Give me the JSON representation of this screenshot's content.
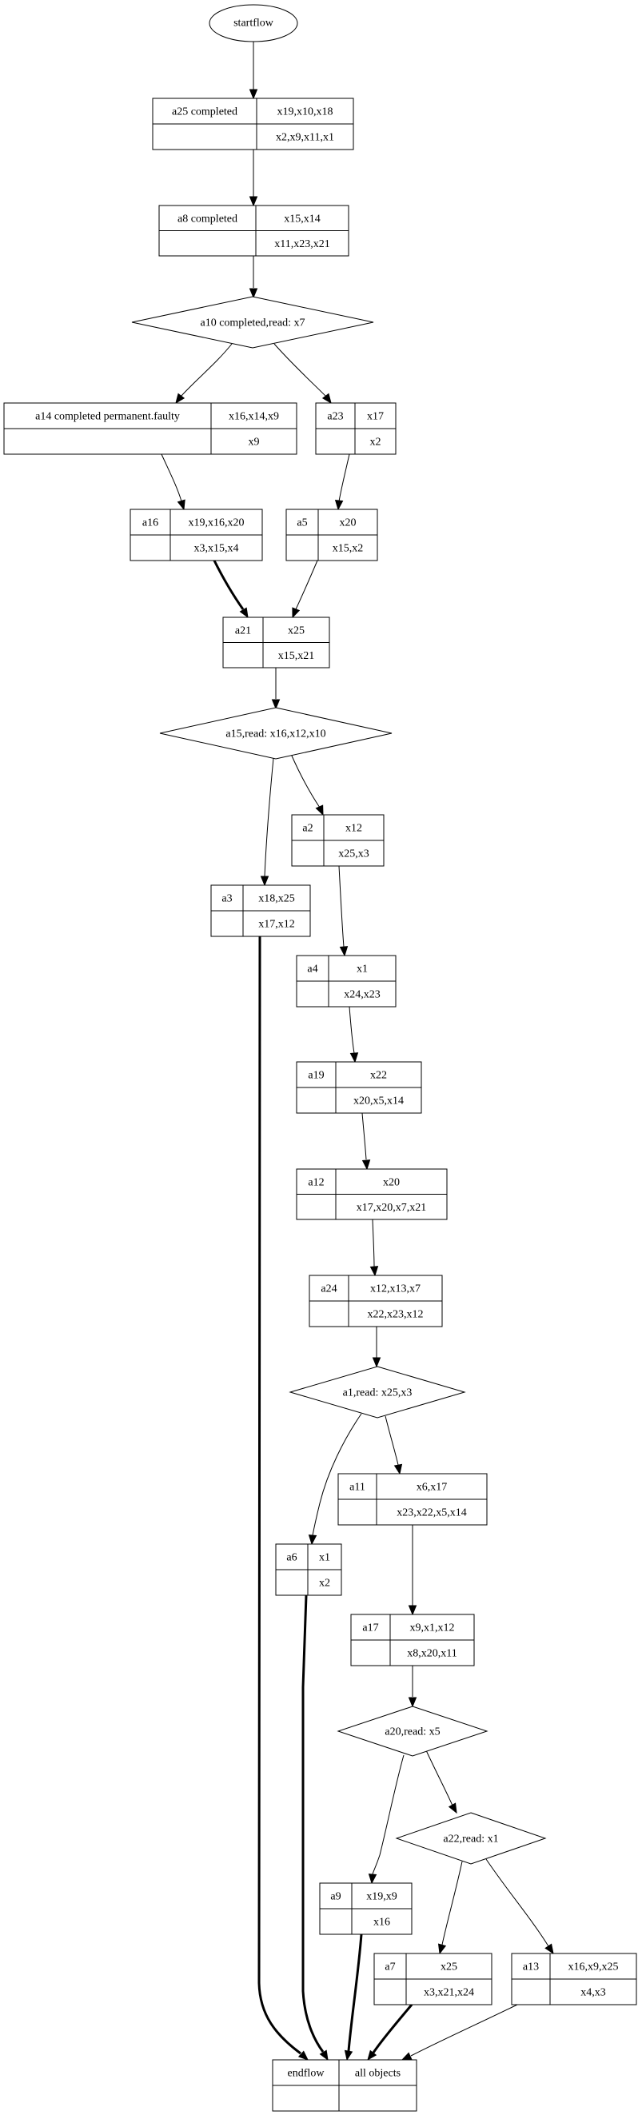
{
  "diagram": {
    "title": "",
    "start": {
      "id": "startflow",
      "label": "startflow"
    },
    "nodes": [
      {
        "id": "a25",
        "type": "record",
        "name": "a25 completed",
        "top": "x19,x10,x18",
        "bottom": "x2,x9,x11,x1"
      },
      {
        "id": "a8",
        "type": "record",
        "name": "a8 completed",
        "top": "x15,x14",
        "bottom": "x11,x23,x21"
      },
      {
        "id": "a10",
        "type": "decision",
        "label": "a10 completed,read: x7"
      },
      {
        "id": "a14",
        "type": "record",
        "name": "a14 completed permanent.faulty",
        "top": "x16,x14,x9",
        "bottom": "x9"
      },
      {
        "id": "a23",
        "type": "record",
        "name": "a23",
        "top": "x17",
        "bottom": "x2"
      },
      {
        "id": "a16",
        "type": "record",
        "name": "a16",
        "top": "x19,x16,x20",
        "bottom": "x3,x15,x4"
      },
      {
        "id": "a5",
        "type": "record",
        "name": "a5",
        "top": "x20",
        "bottom": "x15,x2"
      },
      {
        "id": "a21",
        "type": "record",
        "name": "a21",
        "top": "x25",
        "bottom": "x15,x21"
      },
      {
        "id": "a15",
        "type": "decision",
        "label": "a15,read: x16,x12,x10"
      },
      {
        "id": "a2",
        "type": "record",
        "name": "a2",
        "top": "x12",
        "bottom": "x25,x3"
      },
      {
        "id": "a3",
        "type": "record",
        "name": "a3",
        "top": "x18,x25",
        "bottom": "x17,x12"
      },
      {
        "id": "a4",
        "type": "record",
        "name": "a4",
        "top": "x1",
        "bottom": "x24,x23"
      },
      {
        "id": "a19",
        "type": "record",
        "name": "a19",
        "top": "x22",
        "bottom": "x20,x5,x14"
      },
      {
        "id": "a12",
        "type": "record",
        "name": "a12",
        "top": "x20",
        "bottom": "x17,x20,x7,x21"
      },
      {
        "id": "a24",
        "type": "record",
        "name": "a24",
        "top": "x12,x13,x7",
        "bottom": "x22,x23,x12"
      },
      {
        "id": "a1",
        "type": "decision",
        "label": "a1,read: x25,x3"
      },
      {
        "id": "a11",
        "type": "record",
        "name": "a11",
        "top": "x6,x17",
        "bottom": "x23,x22,x5,x14"
      },
      {
        "id": "a6",
        "type": "record",
        "name": "a6",
        "top": "x1",
        "bottom": "x2"
      },
      {
        "id": "a17",
        "type": "record",
        "name": "a17",
        "top": "x9,x1,x12",
        "bottom": "x8,x20,x11"
      },
      {
        "id": "a20",
        "type": "decision",
        "label": "a20,read: x5"
      },
      {
        "id": "a22",
        "type": "decision",
        "label": "a22,read: x1"
      },
      {
        "id": "a9",
        "type": "record",
        "name": "a9",
        "top": "x19,x9",
        "bottom": "x16"
      },
      {
        "id": "a7",
        "type": "record",
        "name": "a7",
        "top": "x25",
        "bottom": "x3,x21,x24"
      },
      {
        "id": "a13",
        "type": "record",
        "name": "a13",
        "top": "x16,x9,x25",
        "bottom": "x4,x3"
      },
      {
        "id": "endflow",
        "type": "record",
        "name": "endflow",
        "top": "all objects",
        "bottom": ""
      }
    ],
    "edges": [
      {
        "from": "startflow",
        "to": "a25",
        "bold": false
      },
      {
        "from": "a25",
        "to": "a8",
        "bold": false
      },
      {
        "from": "a8",
        "to": "a10",
        "bold": false
      },
      {
        "from": "a10",
        "to": "a14",
        "bold": false
      },
      {
        "from": "a10",
        "to": "a23",
        "bold": false
      },
      {
        "from": "a14",
        "to": "a16",
        "bold": false
      },
      {
        "from": "a23",
        "to": "a5",
        "bold": false
      },
      {
        "from": "a16",
        "to": "a21",
        "bold": true
      },
      {
        "from": "a5",
        "to": "a21",
        "bold": false
      },
      {
        "from": "a21",
        "to": "a15",
        "bold": false
      },
      {
        "from": "a15",
        "to": "a3",
        "bold": false
      },
      {
        "from": "a15",
        "to": "a2",
        "bold": false
      },
      {
        "from": "a2",
        "to": "a4",
        "bold": false
      },
      {
        "from": "a4",
        "to": "a19",
        "bold": false
      },
      {
        "from": "a19",
        "to": "a12",
        "bold": false
      },
      {
        "from": "a12",
        "to": "a24",
        "bold": false
      },
      {
        "from": "a24",
        "to": "a1",
        "bold": false
      },
      {
        "from": "a1",
        "to": "a6",
        "bold": false
      },
      {
        "from": "a1",
        "to": "a11",
        "bold": false
      },
      {
        "from": "a11",
        "to": "a17",
        "bold": false
      },
      {
        "from": "a17",
        "to": "a20",
        "bold": false
      },
      {
        "from": "a20",
        "to": "a9",
        "bold": false
      },
      {
        "from": "a20",
        "to": "a22",
        "bold": false
      },
      {
        "from": "a22",
        "to": "a7",
        "bold": false
      },
      {
        "from": "a22",
        "to": "a13",
        "bold": false
      },
      {
        "from": "a3",
        "to": "endflow",
        "bold": true
      },
      {
        "from": "a6",
        "to": "endflow",
        "bold": true
      },
      {
        "from": "a9",
        "to": "endflow",
        "bold": true
      },
      {
        "from": "a7",
        "to": "endflow",
        "bold": true
      },
      {
        "from": "a13",
        "to": "endflow",
        "bold": false
      }
    ]
  }
}
